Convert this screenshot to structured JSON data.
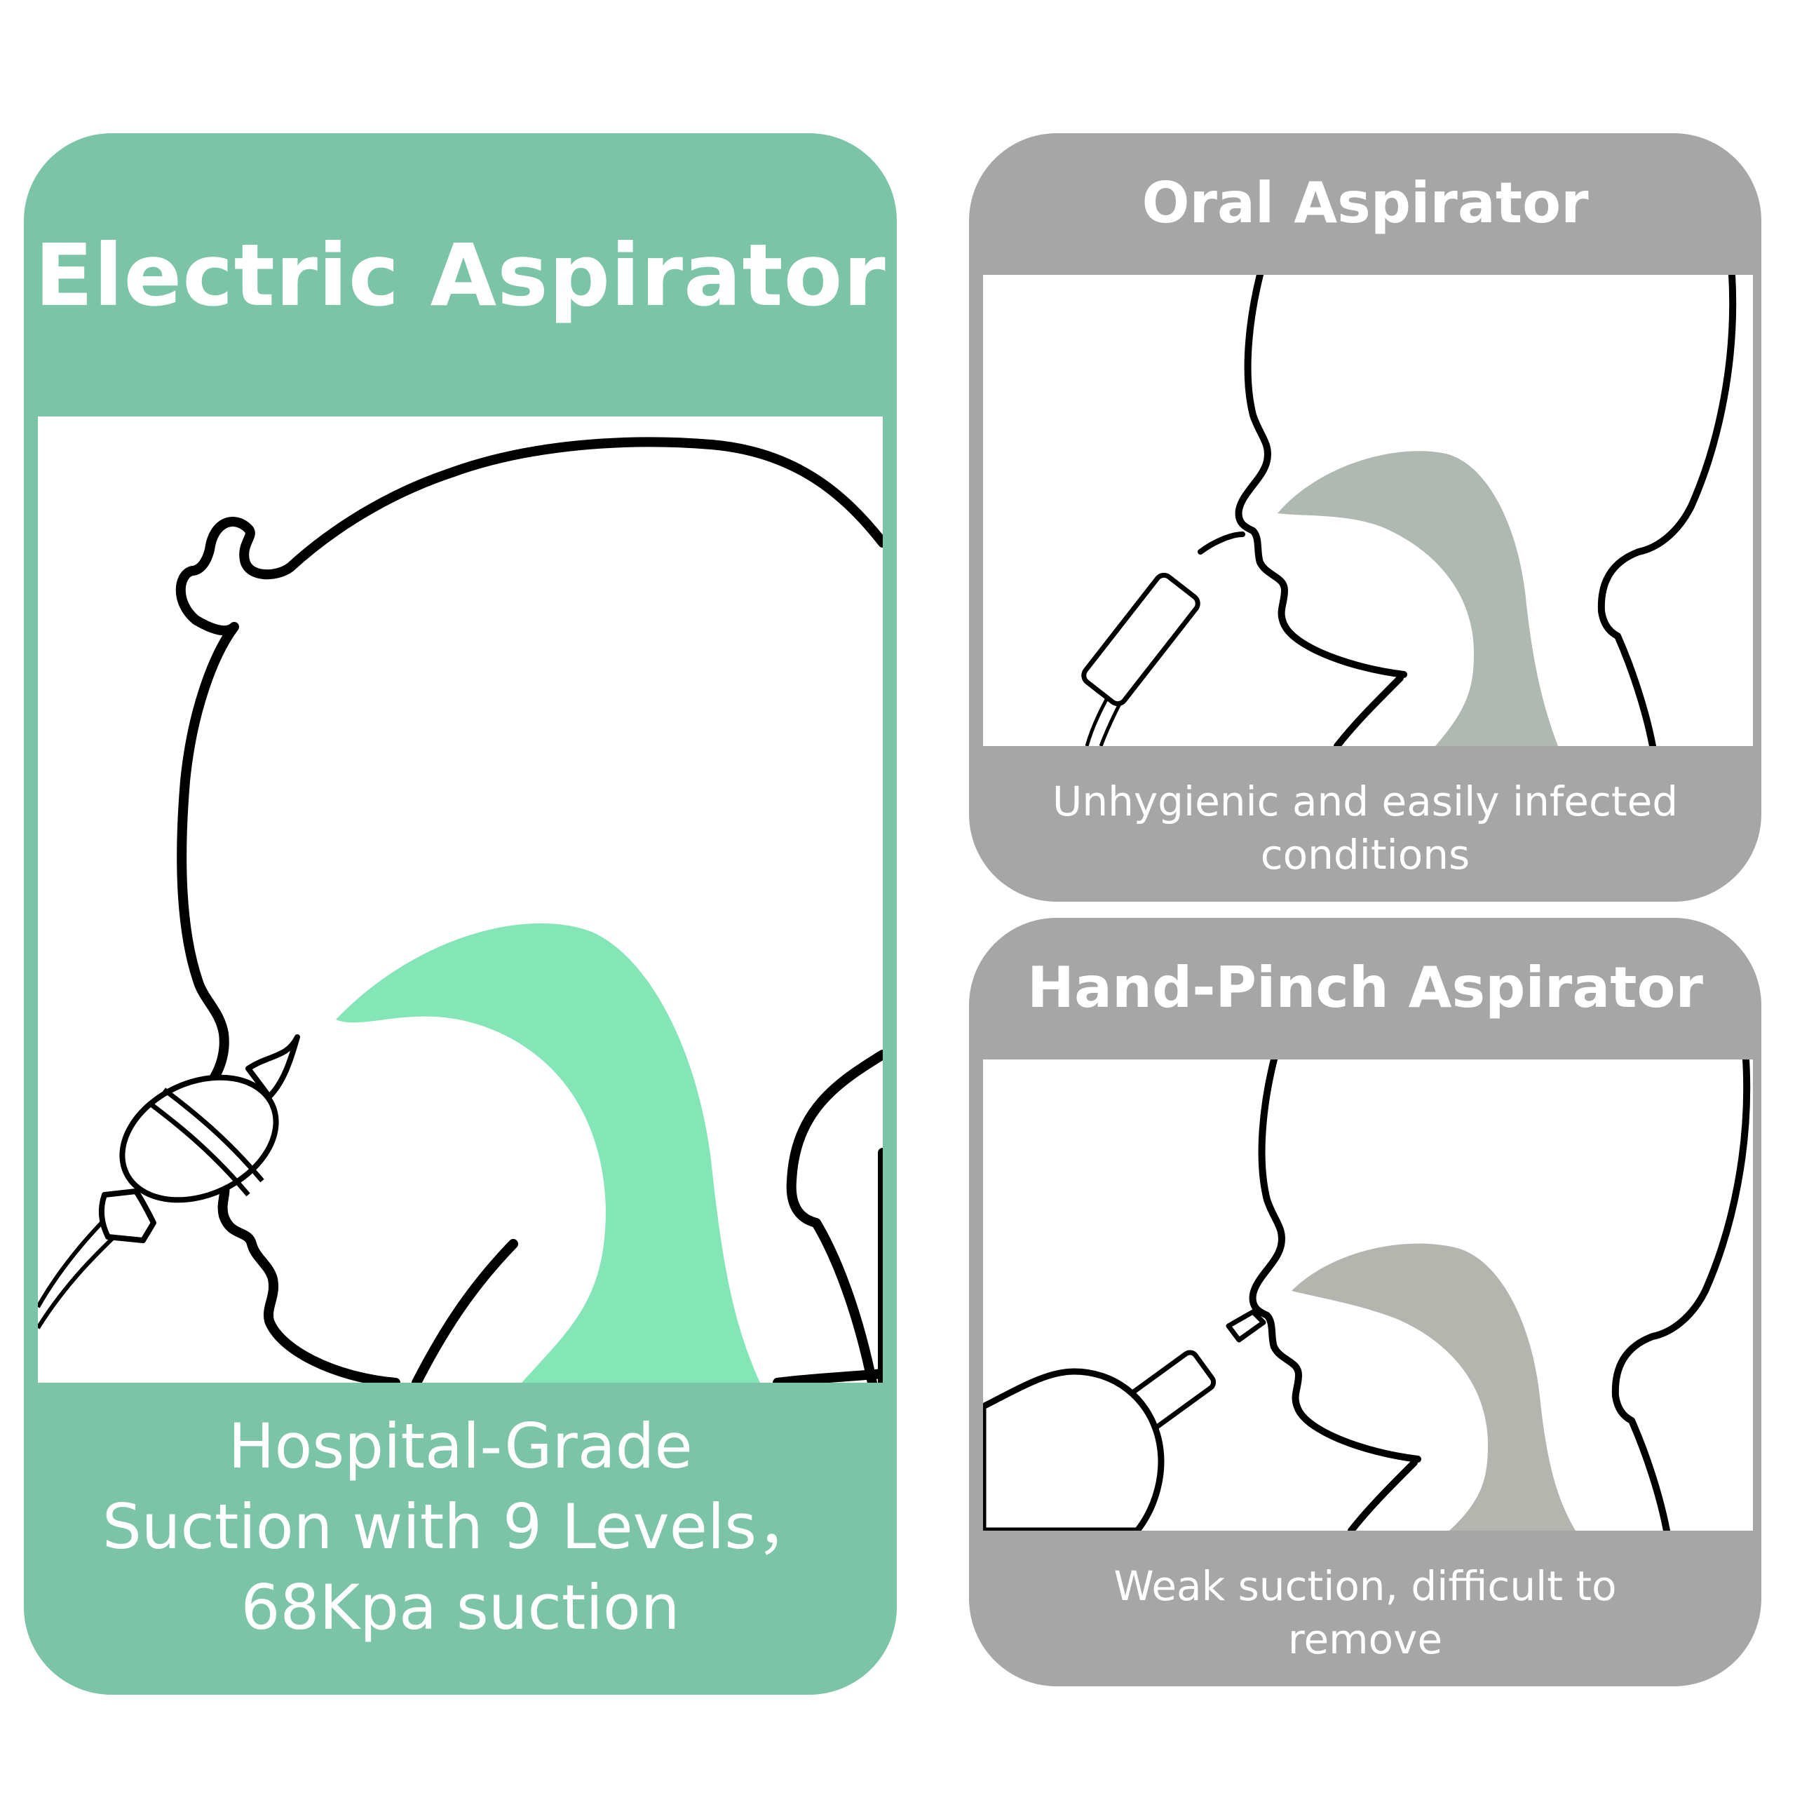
{
  "colors": {
    "electric_card": "#7cc4a7",
    "electric_snot": "#84e6b6",
    "alternative_card": "#a6a6a6",
    "oral_snot": "#b0b8b2",
    "pinch_snot": "#b5b5b0",
    "outline": "#000000"
  },
  "electric": {
    "title": "Electric Aspirator",
    "caption_lines": [
      "Hospital-Grade",
      "Suction with 9 Levels，",
      "68Kpa suction"
    ],
    "illustration": "baby-profile-with-electric-aspirator"
  },
  "oral": {
    "title": "Oral Aspirator",
    "caption_lines": [
      "Unhygienic and easily infected",
      "conditions"
    ],
    "illustration": "baby-profile-with-oral-aspirator"
  },
  "pinch": {
    "title": "Hand-Pinch Aspirator",
    "caption_lines": [
      "Weak suction, difficult to",
      "remove"
    ],
    "illustration": "baby-profile-with-bulb-aspirator"
  }
}
